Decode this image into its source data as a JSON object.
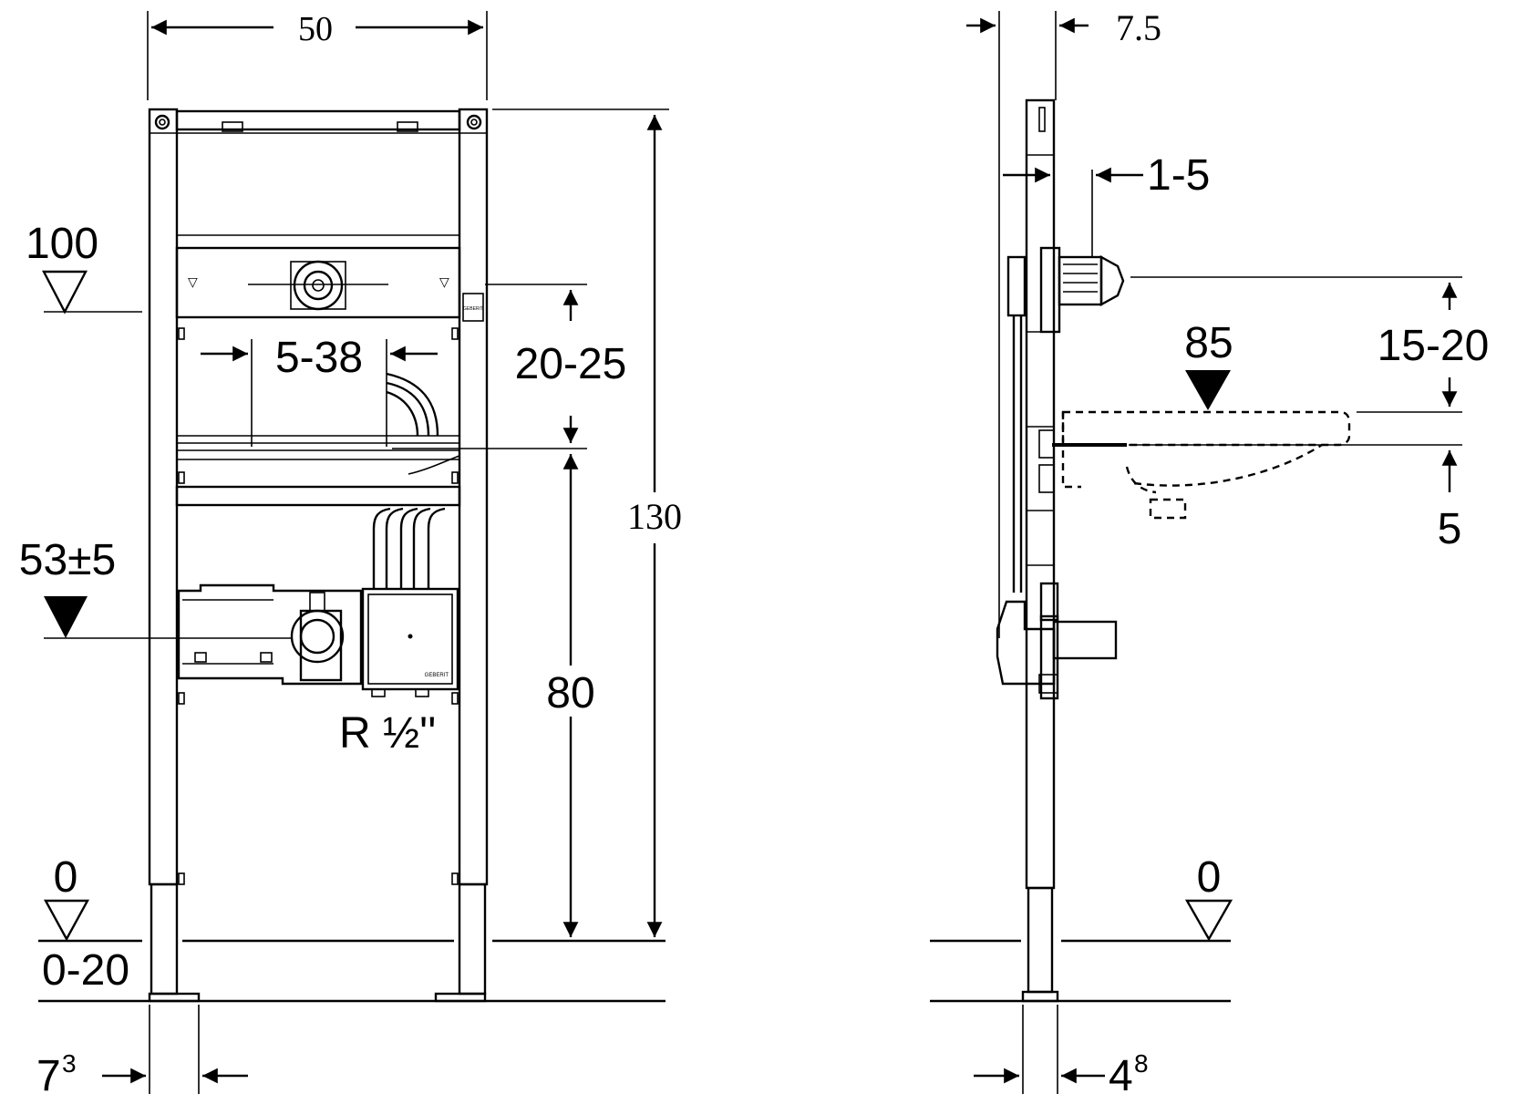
{
  "front_view": {
    "width": "50",
    "drain_height": "100",
    "drain_offset": "20-25",
    "spacing_range": "5-38",
    "total_height": "130",
    "supply_height_label": "53±5",
    "basin_height": "80",
    "thread_label": "R ½''",
    "floor_label": "0",
    "foot_adjust": "0-20",
    "foot_width_base": "7",
    "foot_width_exp": "3",
    "brand_mark": "GEBERIT"
  },
  "side_view": {
    "depth": "7.5",
    "waste_projection": "1-5",
    "waste_offset": "15-20",
    "rim_height": "85",
    "bolt_offset": "5",
    "floor_label": "0",
    "foot_depth_base": "4",
    "foot_depth_exp": "8"
  }
}
